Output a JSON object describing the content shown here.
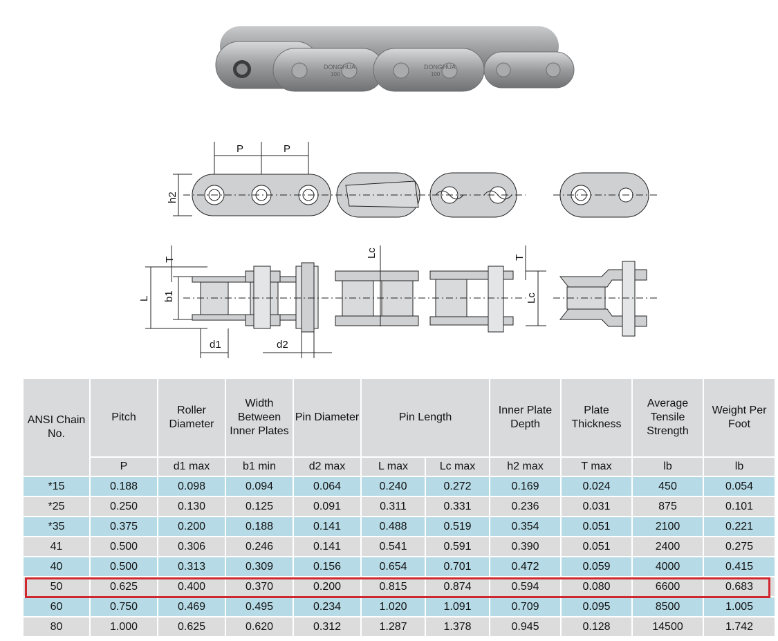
{
  "photo": {
    "brand_text": "DONGHUA",
    "model_text": "100"
  },
  "diagram": {
    "pitch_label": "P",
    "height_label": "h2",
    "thickness_label": "T",
    "length_label": "L",
    "inner_width_label": "b1",
    "connector_length_label": "Lc",
    "roller_label": "d1",
    "pin_label": "d2"
  },
  "table": {
    "headers": [
      "ANSI Chain No.",
      "Pitch",
      "Roller Diameter",
      "Width Between Inner Plates",
      "Pin Diameter",
      "Pin Length",
      "Inner Plate Depth",
      "Plate Thickness",
      "Average Tensile Strength",
      "Weight Per Foot"
    ],
    "units": [
      "P",
      "d1 max",
      "b1 min",
      "d2 max",
      "L max",
      "Lc max",
      "h2 max",
      "T max",
      "lb",
      "lb"
    ],
    "rows": [
      [
        "*15",
        "0.188",
        "0.098",
        "0.094",
        "0.064",
        "0.240",
        "0.272",
        "0.169",
        "0.024",
        "450",
        "0.054"
      ],
      [
        "*25",
        "0.250",
        "0.130",
        "0.125",
        "0.091",
        "0.311",
        "0.331",
        "0.236",
        "0.031",
        "875",
        "0.101"
      ],
      [
        "*35",
        "0.375",
        "0.200",
        "0.188",
        "0.141",
        "0.488",
        "0.519",
        "0.354",
        "0.051",
        "2100",
        "0.221"
      ],
      [
        "41",
        "0.500",
        "0.306",
        "0.246",
        "0.141",
        "0.541",
        "0.591",
        "0.390",
        "0.051",
        "2400",
        "0.275"
      ],
      [
        "40",
        "0.500",
        "0.313",
        "0.309",
        "0.156",
        "0.654",
        "0.701",
        "0.472",
        "0.059",
        "4000",
        "0.415"
      ],
      [
        "50",
        "0.625",
        "0.400",
        "0.370",
        "0.200",
        "0.815",
        "0.874",
        "0.594",
        "0.080",
        "6600",
        "0.683"
      ],
      [
        "60",
        "0.750",
        "0.469",
        "0.495",
        "0.234",
        "1.020",
        "1.091",
        "0.709",
        "0.095",
        "8500",
        "1.005"
      ],
      [
        "80",
        "1.000",
        "0.625",
        "0.620",
        "0.312",
        "1.287",
        "1.378",
        "0.945",
        "0.128",
        "14500",
        "1.742"
      ]
    ],
    "highlighted_row": "50",
    "highlight_color": "#d1272e",
    "row_colors": [
      "#b6dbe7",
      "#dcdcdc"
    ]
  }
}
